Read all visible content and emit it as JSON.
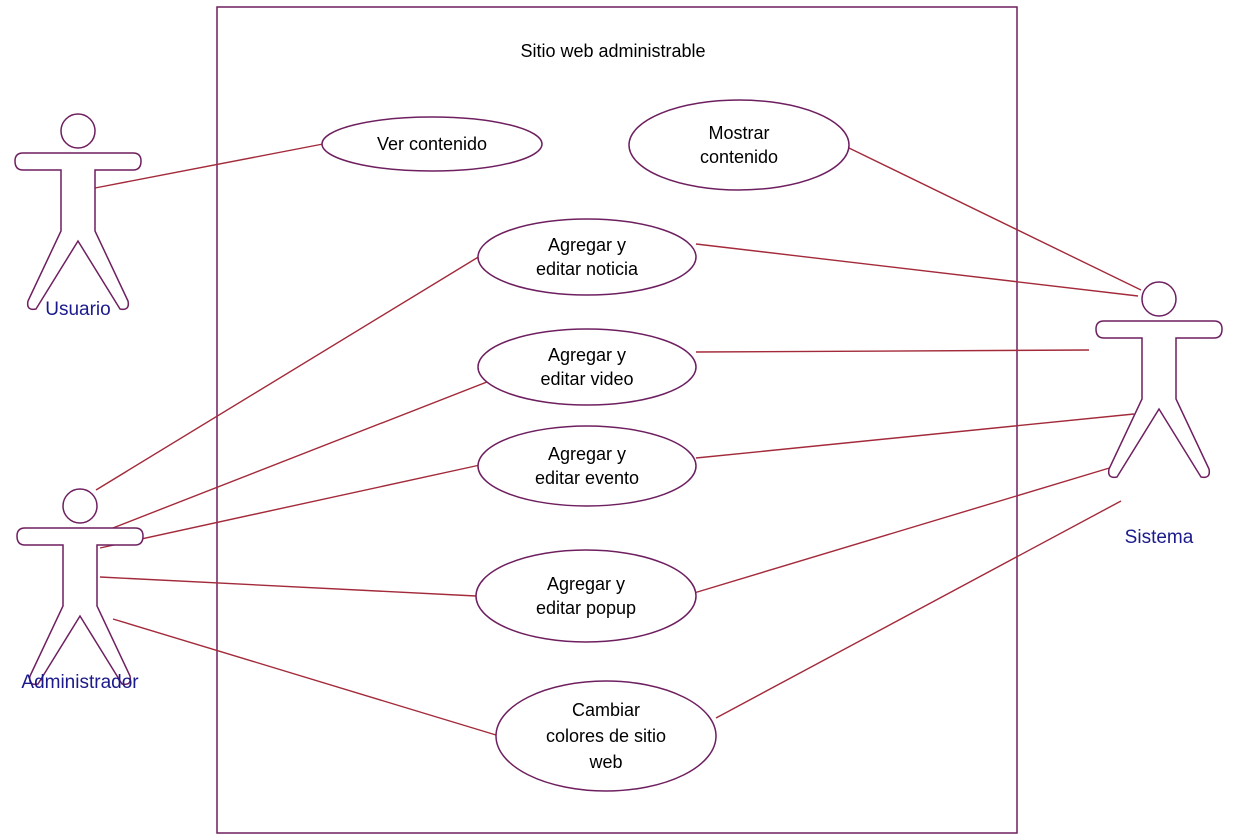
{
  "diagram": {
    "type": "use-case",
    "system_boundary": {
      "title": "Sitio web administrable"
    },
    "actors": [
      {
        "id": "usuario",
        "name": "Usuario"
      },
      {
        "id": "administrador",
        "name": "Administrador"
      },
      {
        "id": "sistema",
        "name": "Sistema"
      }
    ],
    "use_cases": [
      {
        "id": "ver-contenido",
        "lines": [
          "Ver contenido"
        ]
      },
      {
        "id": "mostrar-contenido",
        "lines": [
          "Mostrar",
          "contenido"
        ]
      },
      {
        "id": "editar-noticia",
        "lines": [
          "Agregar y",
          "editar noticia"
        ]
      },
      {
        "id": "editar-video",
        "lines": [
          "Agregar y",
          "editar video"
        ]
      },
      {
        "id": "editar-evento",
        "lines": [
          "Agregar y",
          "editar evento"
        ]
      },
      {
        "id": "editar-popup",
        "lines": [
          "Agregar y",
          "editar popup"
        ]
      },
      {
        "id": "cambiar-colores",
        "lines": [
          "Cambiar",
          "colores de sitio",
          "web"
        ]
      }
    ],
    "associations": [
      {
        "actor": "usuario",
        "use_case": "ver-contenido"
      },
      {
        "actor": "administrador",
        "use_case": "editar-noticia"
      },
      {
        "actor": "administrador",
        "use_case": "editar-video"
      },
      {
        "actor": "administrador",
        "use_case": "editar-evento"
      },
      {
        "actor": "administrador",
        "use_case": "editar-popup"
      },
      {
        "actor": "administrador",
        "use_case": "cambiar-colores"
      },
      {
        "actor": "sistema",
        "use_case": "mostrar-contenido"
      },
      {
        "actor": "sistema",
        "use_case": "editar-noticia"
      },
      {
        "actor": "sistema",
        "use_case": "editar-video"
      },
      {
        "actor": "sistema",
        "use_case": "editar-evento"
      },
      {
        "actor": "sistema",
        "use_case": "editar-popup"
      },
      {
        "actor": "sistema",
        "use_case": "cambiar-colores"
      }
    ],
    "colors": {
      "outline": "#6e1f5f",
      "association": "#a32a3a",
      "actor_label": "#1a1a8c",
      "text": "#000000",
      "background": "#ffffff"
    }
  }
}
